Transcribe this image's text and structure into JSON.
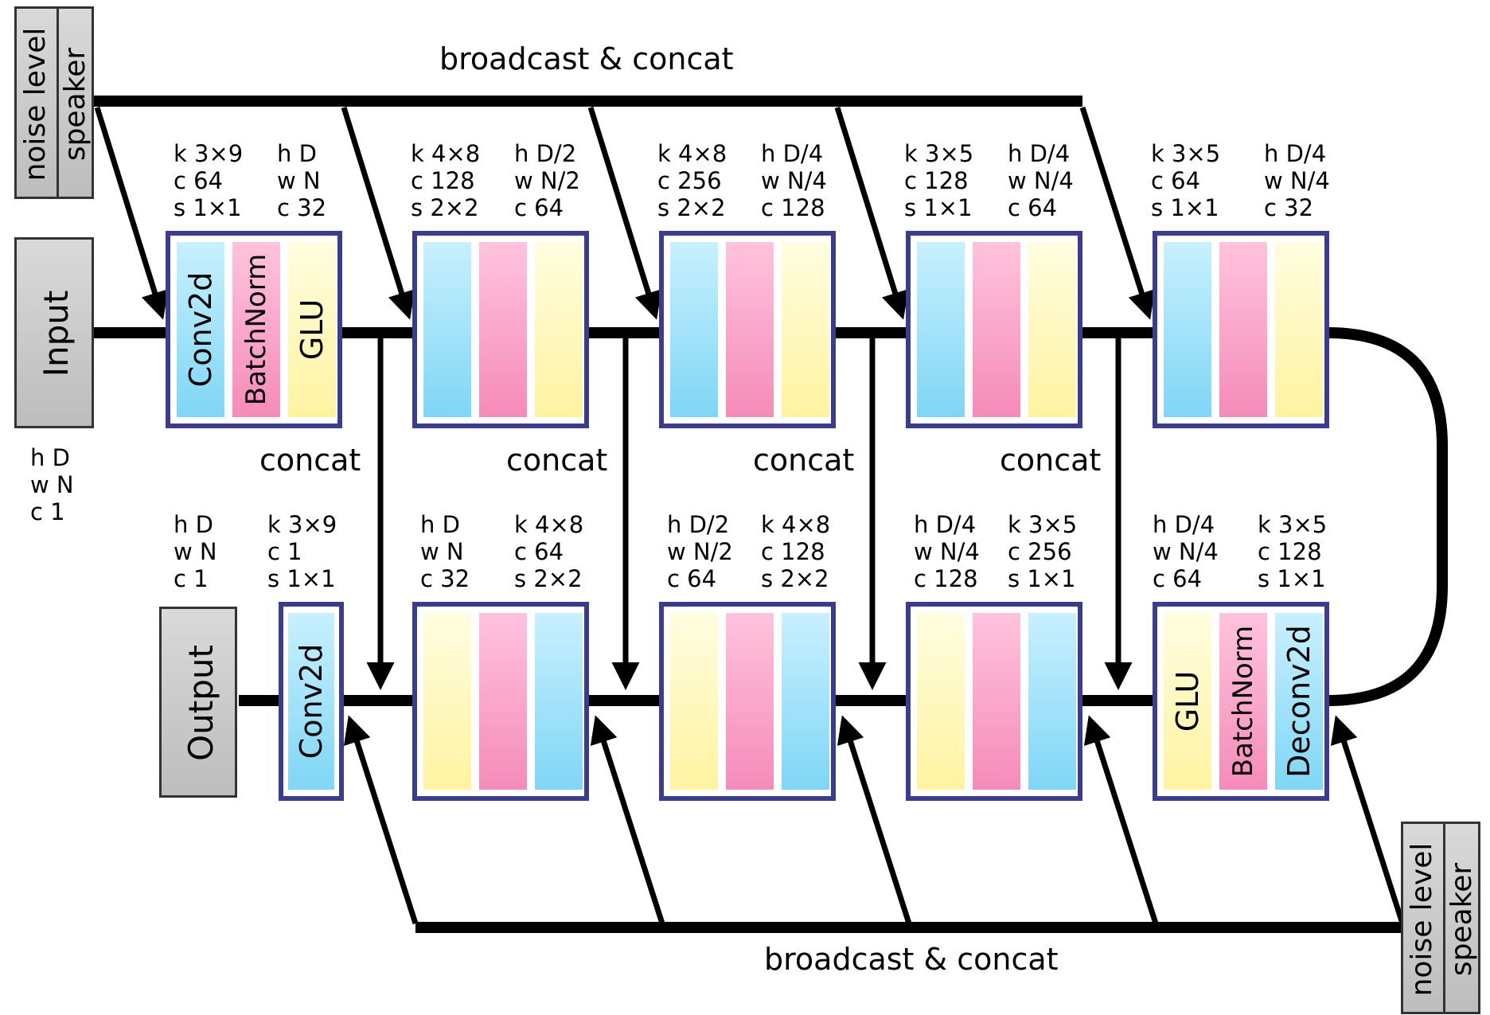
{
  "top": {
    "broadcast_label": "broadcast & concat",
    "side_box": {
      "line1": "noise level",
      "line2": "speaker"
    },
    "input_box": "Input",
    "input_dims": [
      "h D",
      "w N",
      "c 1"
    ]
  },
  "bottom": {
    "broadcast_label": "broadcast & concat",
    "side_box": {
      "line1": "noise level",
      "line2": "speaker"
    },
    "output_box": "Output"
  },
  "concat_labels": [
    "concat",
    "concat",
    "concat",
    "concat"
  ],
  "encoder": [
    {
      "params_left": [
        "k 3×9",
        "c 64",
        "s 1×1"
      ],
      "params_right": [
        "h D",
        "w N",
        "c 32"
      ],
      "layers": [
        "Conv2d",
        "BatchNorm",
        "GLU"
      ]
    },
    {
      "params_left": [
        "k 4×8",
        "c 128",
        "s 2×2"
      ],
      "params_right": [
        "h D/2",
        "w N/2",
        "c 64"
      ],
      "layers": [
        "",
        "",
        ""
      ]
    },
    {
      "params_left": [
        "k 4×8",
        "c 256",
        "s 2×2"
      ],
      "params_right": [
        "h D/4",
        "w N/4",
        "c 128"
      ],
      "layers": [
        "",
        "",
        ""
      ]
    },
    {
      "params_left": [
        "k 3×5",
        "c 128",
        "s 1×1"
      ],
      "params_right": [
        "h D/4",
        "w N/4",
        "c 64"
      ],
      "layers": [
        "",
        "",
        ""
      ]
    },
    {
      "params_left": [
        "k 3×5",
        "c 64",
        "s 1×1"
      ],
      "params_right": [
        "h D/4",
        "w N/4",
        "c 32"
      ],
      "layers": [
        "",
        "",
        ""
      ]
    }
  ],
  "decoder": [
    {
      "params_left": [
        "h D",
        "w N",
        "c 1"
      ],
      "params_right": [
        "k 3×9",
        "c 1",
        "s 1×1"
      ],
      "layers": [
        "Conv2d"
      ]
    },
    {
      "params_left": [
        "h D",
        "w N",
        "c 32"
      ],
      "params_right": [
        "k 4×8",
        "c 64",
        "s 2×2"
      ],
      "layers": [
        "",
        "",
        ""
      ]
    },
    {
      "params_left": [
        "h D/2",
        "w N/2",
        "c 64"
      ],
      "params_right": [
        "k 4×8",
        "c 128",
        "s 2×2"
      ],
      "layers": [
        "",
        "",
        ""
      ]
    },
    {
      "params_left": [
        "h D/4",
        "w N/4",
        "c 128"
      ],
      "params_right": [
        "k 3×5",
        "c 256",
        "s 1×1"
      ],
      "layers": [
        "",
        "",
        ""
      ]
    },
    {
      "params_left": [
        "h D/4",
        "w N/4",
        "c 64"
      ],
      "params_right": [
        "k 3×5",
        "c 128",
        "s 1×1"
      ],
      "layers": [
        "GLU",
        "BatchNorm",
        "Deconv2d"
      ]
    }
  ],
  "colors": {
    "block_border": "#3b3d8c",
    "conv": "#7fd6f5",
    "norm": "#f58bb8",
    "glu": "#fff3a0"
  }
}
